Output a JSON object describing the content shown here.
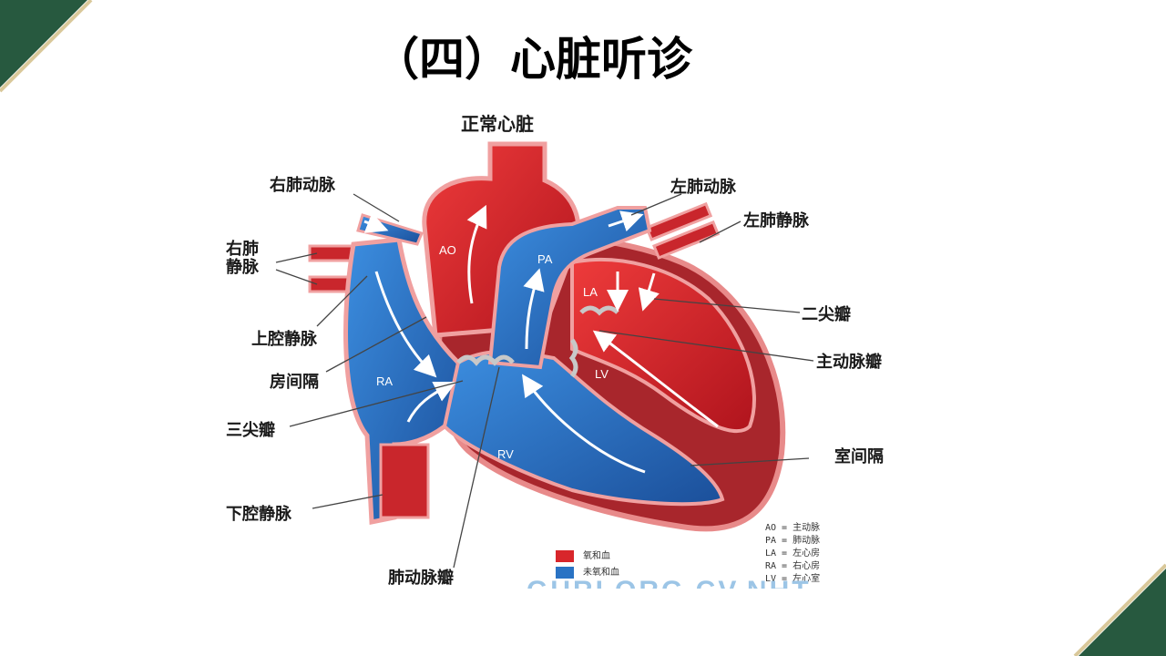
{
  "slide": {
    "title": "（四）心脏听诊",
    "accent_green": "#27593f",
    "accent_gold": "#d9c89a"
  },
  "figure": {
    "title": "正常心脏",
    "labels": {
      "right_pulmonary_artery": "右肺动脉",
      "right_pulmonary_vein_1": "右肺",
      "right_pulmonary_vein_2": "静脉",
      "superior_vena_cava": "上腔静脉",
      "atrial_septum": "房间隔",
      "tricuspid_valve": "三尖瓣",
      "inferior_vena_cava": "下腔静脉",
      "pulmonary_valve": "肺动脉瓣",
      "left_pulmonary_artery": "左肺动脉",
      "left_pulmonary_vein": "左肺静脉",
      "mitral_valve": "二尖瓣",
      "aortic_valve": "主动脉瓣",
      "ventricular_septum": "室间隔"
    },
    "chambers": {
      "ao": "AO",
      "pa": "PA",
      "la": "LA",
      "lv": "LV",
      "ra": "RA",
      "rv": "RV"
    },
    "legend": {
      "oxygenated": "氧和血",
      "deoxygenated": "未氧和血",
      "oxygenated_color": "#d8262b",
      "deoxygenated_color": "#2a73c4"
    },
    "abbreviations": [
      "AO = 主动脉",
      "PA = 肺动脉",
      "LA = 左心房",
      "RA = 右心房",
      "LV = 左心室"
    ],
    "watermark": "GURLORG.CV.NHT"
  }
}
